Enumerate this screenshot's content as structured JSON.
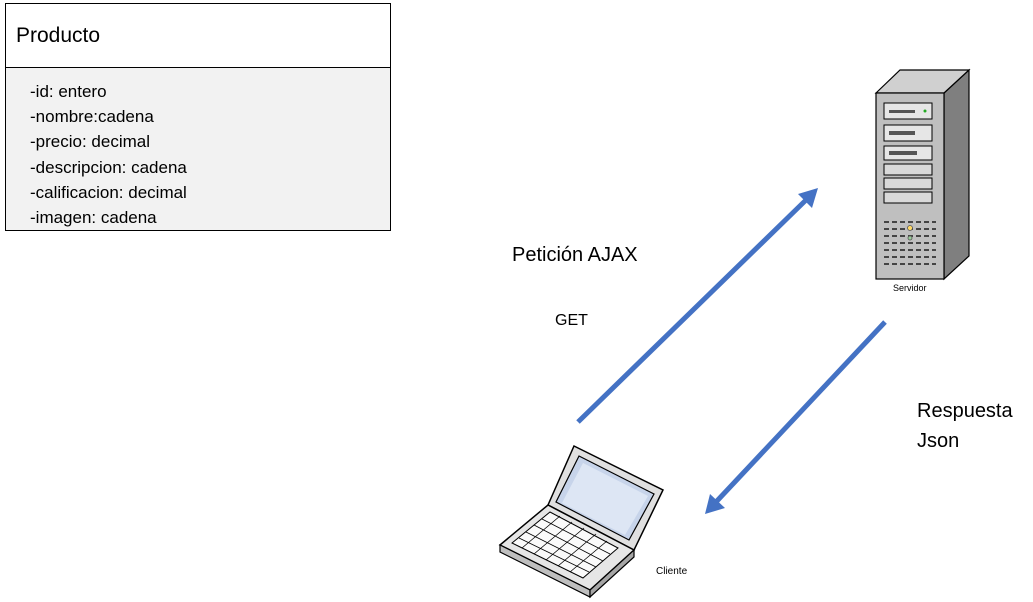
{
  "uml_class": {
    "name": "Producto",
    "attributes": [
      "-id: entero",
      "-nombre:cadena",
      "-precio: decimal",
      "-descripcion: cadena",
      "-calificacion: decimal",
      "-imagen: cadena"
    ]
  },
  "request": {
    "label": "Petición AJAX",
    "method": "GET"
  },
  "response": {
    "line1": "Respuesta",
    "line2": "Json"
  },
  "nodes": {
    "server_label": "Servidor",
    "client_label": "Cliente",
    "server_icon": "server-tower",
    "client_icon": "laptop"
  },
  "colors": {
    "arrow": "#4472c4",
    "class_body": "#f2f2f2"
  }
}
